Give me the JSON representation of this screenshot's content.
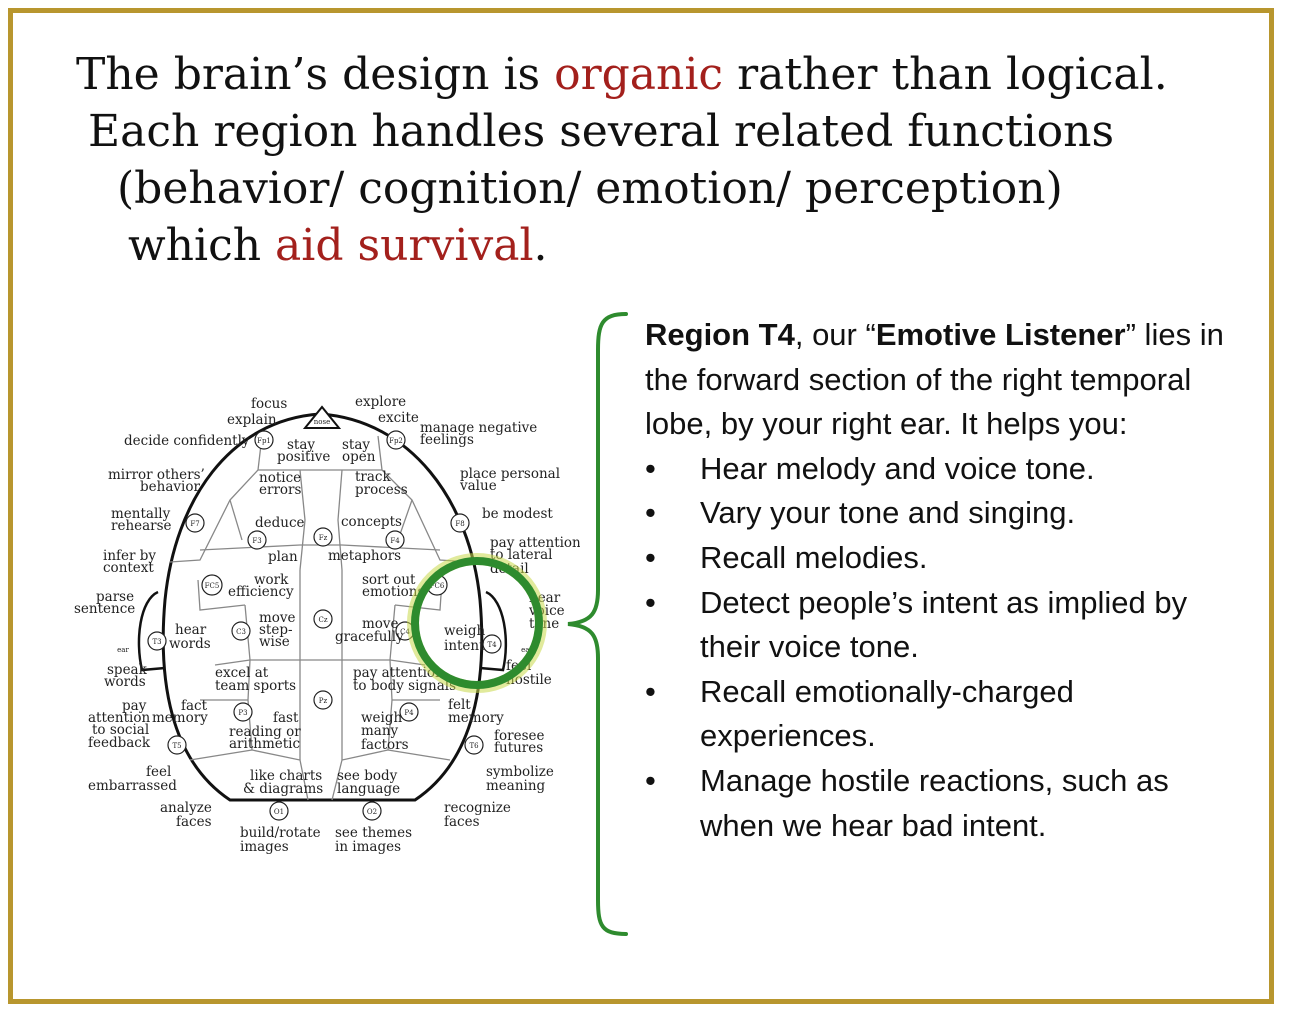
{
  "headline": {
    "line1_pre": "The brain’s design is ",
    "line1_red": "organic",
    "line1_post": " rather than logical.",
    "line2": "Each region handles several related functions",
    "line3": "(behavior/ cognition/ emotion/ perception)",
    "line4_pre": "which ",
    "line4_red": "aid survival",
    "line4_post": "."
  },
  "colors": {
    "border": "#b8962e",
    "accent_red": "#a3201c",
    "highlight_green": "#2e8b2e",
    "highlight_fill": "#c8d84a"
  },
  "panel": {
    "intro_bold1": "Region T4",
    "intro_mid": ", our “",
    "intro_bold2": "Emotive Listener",
    "intro_rest": "” lies in the forward section of the right temporal lobe, by your right ear. It helps you:",
    "bullet_glyph": "•",
    "bullets": [
      "Hear melody and voice tone.",
      "Vary your tone and singing.",
      "Recall melodies.",
      "Detect people’s intent as implied by their voice tone.",
      "Recall emotionally-charged experiences.",
      "Manage hostile reactions, such as when we hear bad intent."
    ]
  },
  "brain_map": {
    "nodes": {
      "nose": "nose",
      "Fp1": "Fp1",
      "Fp2": "Fp2",
      "F7": "F7",
      "F8": "F8",
      "F3": "F3",
      "Fz": "Fz",
      "F4": "F4",
      "FC5": "FC5",
      "FC6": "FC6",
      "T3": "T3",
      "C3": "C3",
      "Cz": "Cz",
      "C4": "C4",
      "T4": "T4",
      "P3": "P3",
      "Pz": "Pz",
      "P4": "P4",
      "T5": "T5",
      "T6": "T6",
      "O1": "O1",
      "O2": "O2",
      "ear": "ear"
    },
    "labels": {
      "focus": "focus",
      "explain": "explain",
      "explore": "explore",
      "excite": "excite",
      "decide": "decide confidently",
      "manage1": "manage negative",
      "manage2": "feelings",
      "stay1a": "stay",
      "stay1b": "positive",
      "stay2a": "stay",
      "stay2b": "open",
      "mirror1": "mirror others’",
      "mirror2": "behavior",
      "notice1": "notice",
      "notice2": "errors",
      "track1": "track",
      "track2": "process",
      "place1": "place personal",
      "place2": "value",
      "ment1": "mentally",
      "ment2": "rehearse",
      "deduce": "deduce",
      "concepts": "concepts",
      "modest": "be modest",
      "infer1": "infer by",
      "infer2": "context",
      "plan": "plan",
      "metaphors": "metaphors",
      "payatt1": "pay attention",
      "payatt2": "to lateral",
      "payatt3": "detail",
      "work1": "work",
      "work2": "efficiency",
      "sort1": "sort out",
      "sort2": "emotions",
      "parse1": "parse",
      "parse2": "sentence",
      "hearv1": "hear",
      "hearv2": "voice",
      "hearv3": "tone",
      "hear1": "hear",
      "hear2": "words",
      "move1": "move",
      "move2": "step-",
      "move3": "wise",
      "moveg1": "move",
      "moveg2": "gracefully",
      "weigh1": "weigh",
      "weigh2": "intent",
      "speak1": "speak",
      "speak2": "words",
      "excel1": "excel at",
      "excel2": "team sports",
      "payb1": "pay attention",
      "payb2": "to body signals",
      "feel1": "feel",
      "feel2": "hostile",
      "pay1": "pay",
      "pay2": "attention",
      "pay3": "to social",
      "pay4": "feedback",
      "fact1": "fact",
      "fact2": "memory",
      "fast1": "fast",
      "fast2": "reading or",
      "fast3": "arithmetic",
      "weighm1": "weigh",
      "weighm2": "many",
      "weighm3": "factors",
      "felt1": "felt",
      "felt2": "memory",
      "foresee1": "foresee",
      "foresee2": "futures",
      "feele1": "feel",
      "feele2": "embarrassed",
      "like1": "like charts",
      "like2": "& diagrams",
      "see1": "see body",
      "see2": "language",
      "symb1": "symbolize",
      "symb2": "meaning",
      "anal1": "analyze",
      "anal2": "faces",
      "recog1": "recognize",
      "recog2": "faces",
      "build1": "build/rotate",
      "build2": "images",
      "themes1": "see themes",
      "themes2": "in images"
    }
  }
}
